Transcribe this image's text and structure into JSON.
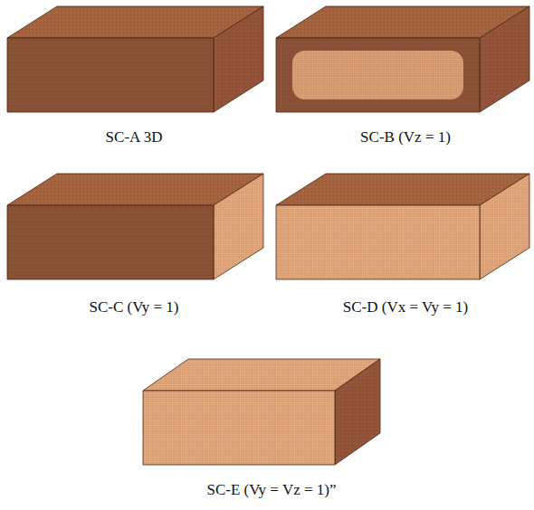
{
  "diagram": {
    "labels": [
      "SC-A 3D",
      "SC-B (Vz = 1)",
      "SC-C (Vy = 1)",
      "SC-D (Vx = Vy = 1)",
      "SC-E (Vy = Vz = 1)”"
    ]
  }
}
